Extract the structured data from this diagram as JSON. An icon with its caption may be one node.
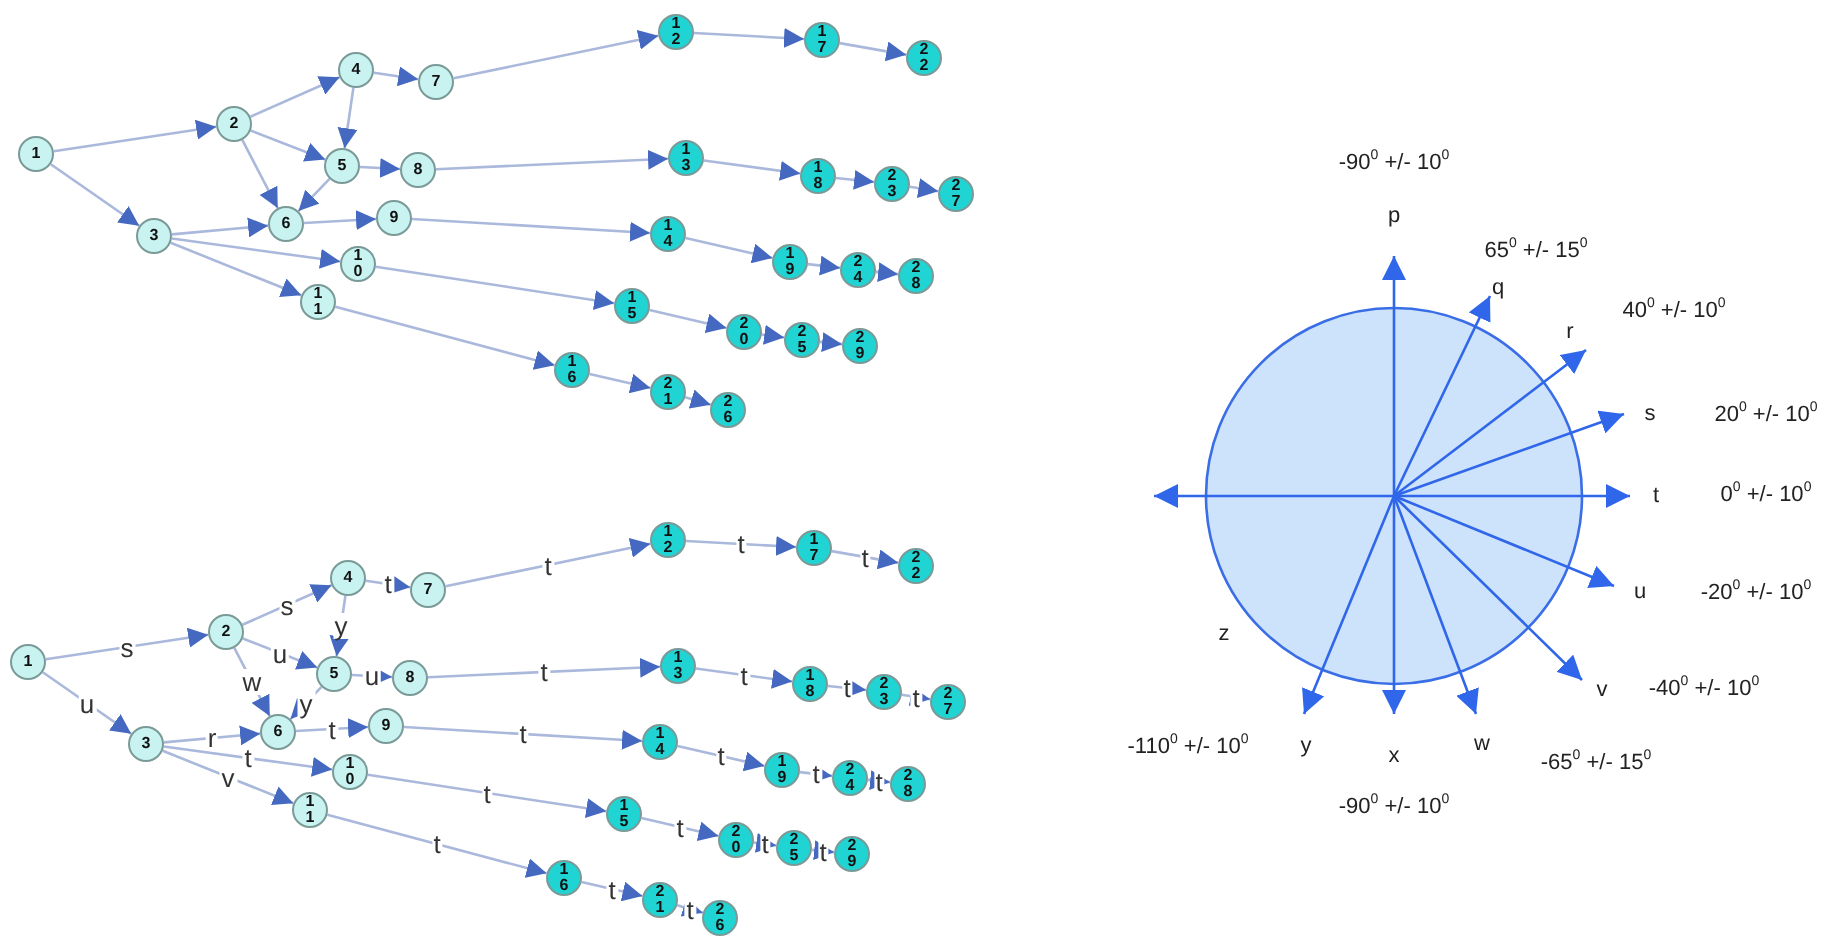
{
  "diagram": {
    "nodes": [
      {
        "text": [
          "1"
        ]
      },
      {
        "text": [
          "2"
        ]
      },
      {
        "text": [
          "3"
        ]
      },
      {
        "text": [
          "4"
        ]
      },
      {
        "text": [
          "5"
        ]
      },
      {
        "text": [
          "6"
        ]
      },
      {
        "text": [
          "7"
        ]
      },
      {
        "text": [
          "8"
        ]
      },
      {
        "text": [
          "9"
        ]
      },
      {
        "text": [
          "10"
        ]
      },
      {
        "text": [
          "11"
        ]
      },
      {
        "text": [
          "12"
        ]
      },
      {
        "text": [
          "13"
        ]
      },
      {
        "text": [
          "14"
        ]
      },
      {
        "text": [
          "15"
        ]
      },
      {
        "text": [
          "16"
        ]
      },
      {
        "text": [
          "17"
        ]
      },
      {
        "text": [
          "18"
        ]
      },
      {
        "text": [
          "19"
        ]
      },
      {
        "text": [
          "20"
        ]
      },
      {
        "text": [
          "21"
        ]
      },
      {
        "text": [
          "22"
        ]
      },
      {
        "text": [
          "23"
        ]
      },
      {
        "text": [
          "24"
        ]
      },
      {
        "text": [
          "25"
        ]
      },
      {
        "text": [
          "26"
        ]
      },
      {
        "text": [
          "27"
        ]
      },
      {
        "text": [
          "28"
        ]
      },
      {
        "text": [
          "29"
        ]
      },
      {
        "text": [
          "1"
        ]
      },
      {
        "text": [
          "2"
        ]
      },
      {
        "text": [
          "3"
        ]
      },
      {
        "text": [
          "4"
        ]
      },
      {
        "text": [
          "5"
        ]
      },
      {
        "text": [
          "6"
        ]
      },
      {
        "text": [
          "7"
        ]
      },
      {
        "text": [
          "8"
        ]
      },
      {
        "text": [
          "9"
        ]
      },
      {
        "text": [
          "10"
        ]
      },
      {
        "text": [
          "11"
        ]
      },
      {
        "text": [
          "12"
        ]
      },
      {
        "text": [
          "13"
        ]
      },
      {
        "text": [
          "14"
        ]
      },
      {
        "text": [
          "15"
        ]
      },
      {
        "text": [
          "16"
        ]
      },
      {
        "text": [
          "17"
        ]
      },
      {
        "text": [
          "18"
        ]
      },
      {
        "text": [
          "19"
        ]
      },
      {
        "text": [
          "20"
        ]
      },
      {
        "text": [
          "21"
        ]
      },
      {
        "text": [
          "22"
        ]
      },
      {
        "text": [
          "23"
        ]
      },
      {
        "text": [
          "24"
        ]
      },
      {
        "text": [
          "25"
        ]
      },
      {
        "text": [
          "26"
        ]
      },
      {
        "text": [
          "27"
        ]
      },
      {
        "text": [
          "28"
        ]
      },
      {
        "text": [
          "29"
        ]
      }
    ],
    "edges": [
      {
        "from": 0,
        "to": 1,
        "arrow": "to"
      },
      {
        "from": 0,
        "to": 2,
        "arrow": "to"
      },
      {
        "from": 1,
        "to": 3,
        "arrow": "to"
      },
      {
        "from": 1,
        "to": 4,
        "arrow": "to"
      },
      {
        "from": 1,
        "to": 5,
        "arrow": "to"
      },
      {
        "from": 3,
        "to": 4,
        "arrow": "to"
      },
      {
        "from": 3,
        "to": 6,
        "arrow": "to"
      },
      {
        "from": 4,
        "to": 5,
        "arrow": "to"
      },
      {
        "from": 4,
        "to": 7,
        "arrow": "to"
      },
      {
        "from": 2,
        "to": 5,
        "arrow": "to"
      },
      {
        "from": 5,
        "to": 8,
        "arrow": "to"
      },
      {
        "from": 2,
        "to": 9,
        "arrow": "to"
      },
      {
        "from": 2,
        "to": 10,
        "arrow": "to"
      },
      {
        "from": 6,
        "to": 11,
        "arrow": "to"
      },
      {
        "from": 7,
        "to": 12,
        "arrow": "to"
      },
      {
        "from": 8,
        "to": 13,
        "arrow": "to"
      },
      {
        "from": 9,
        "to": 14,
        "arrow": "to"
      },
      {
        "from": 10,
        "to": 15,
        "arrow": "to"
      },
      {
        "from": 11,
        "to": 16,
        "arrow": "to"
      },
      {
        "from": 16,
        "to": 21,
        "arrow": "to"
      },
      {
        "from": 12,
        "to": 17,
        "arrow": "to"
      },
      {
        "from": 17,
        "to": 22,
        "arrow": "to"
      },
      {
        "from": 22,
        "to": 26,
        "arrow": "to"
      },
      {
        "from": 13,
        "to": 18,
        "arrow": "to"
      },
      {
        "from": 18,
        "to": 23,
        "arrow": "to"
      },
      {
        "from": 23,
        "to": 27,
        "arrow": "to"
      },
      {
        "from": 14,
        "to": 19,
        "arrow": "to"
      },
      {
        "from": 19,
        "to": 24,
        "arrow": "to"
      },
      {
        "from": 24,
        "to": 28,
        "arrow": "to"
      },
      {
        "from": 15,
        "to": 20,
        "arrow": "to"
      },
      {
        "from": 20,
        "to": 25,
        "arrow": "to"
      },
      {
        "from": 29,
        "to": 30,
        "arrow": "to",
        "label": "s"
      },
      {
        "from": 29,
        "to": 31,
        "arrow": "to",
        "label": "u"
      },
      {
        "from": 30,
        "to": 32,
        "arrow": "to",
        "label": "s"
      },
      {
        "from": 30,
        "to": 33,
        "arrow": "to",
        "label": "u"
      },
      {
        "from": 30,
        "to": 34,
        "arrow": "to",
        "label": "w"
      },
      {
        "from": 32,
        "to": 33,
        "arrow": "to",
        "label": "y"
      },
      {
        "from": 32,
        "to": 35,
        "arrow": "to",
        "label": "t"
      },
      {
        "from": 33,
        "to": 34,
        "arrow": "to",
        "label": "y"
      },
      {
        "from": 33,
        "to": 36,
        "arrow": "to",
        "label": "u"
      },
      {
        "from": 31,
        "to": 34,
        "arrow": "to",
        "label": "r"
      },
      {
        "from": 34,
        "to": 37,
        "arrow": "to",
        "label": "t"
      },
      {
        "from": 31,
        "to": 38,
        "arrow": "to",
        "label": "t"
      },
      {
        "from": 31,
        "to": 39,
        "arrow": "to",
        "label": "v"
      },
      {
        "from": 35,
        "to": 40,
        "arrow": "to",
        "label": "t"
      },
      {
        "from": 36,
        "to": 41,
        "arrow": "to",
        "label": "t"
      },
      {
        "from": 37,
        "to": 42,
        "arrow": "to",
        "label": "t"
      },
      {
        "from": 38,
        "to": 43,
        "arrow": "to",
        "label": "t"
      },
      {
        "from": 39,
        "to": 44,
        "arrow": "to",
        "label": "t"
      },
      {
        "from": 40,
        "to": 45,
        "arrow": "to",
        "label": "t"
      },
      {
        "from": 45,
        "to": 50,
        "arrow": "to",
        "label": "t"
      },
      {
        "from": 41,
        "to": 46,
        "arrow": "to",
        "label": "t"
      },
      {
        "from": 46,
        "to": 51,
        "arrow": "to",
        "label": "t"
      },
      {
        "from": 51,
        "to": 55,
        "arrow": "to",
        "label": "t"
      },
      {
        "from": 42,
        "to": 47,
        "arrow": "to",
        "label": "t"
      },
      {
        "from": 47,
        "to": 52,
        "arrow": "to",
        "label": "t"
      },
      {
        "from": 52,
        "to": 56,
        "arrow": "to",
        "label": "t"
      },
      {
        "from": 43,
        "to": 48,
        "arrow": "to",
        "label": "t"
      },
      {
        "from": 48,
        "to": 53,
        "arrow": "to",
        "label": "t"
      },
      {
        "from": 53,
        "to": 57,
        "arrow": "to",
        "label": "t"
      },
      {
        "from": 44,
        "to": 49,
        "arrow": "to",
        "label": "t"
      },
      {
        "from": 49,
        "to": 54,
        "arrow": "to",
        "label": "t"
      }
    ],
    "labels": [
      "-90$^{0}$ +/- 10$^{0}$",
      "p",
      "65$^{0}$ +/- 15$^{0}$",
      "q",
      "40$^{0}$ +/- 10$^{0}$",
      "r",
      "s",
      "20$^{0}$ +/- 10$^{0}$",
      "t",
      "0$^{0}$ +/- 10$^{0}$",
      "u",
      "-20$^{0}$ +/- 10$^{0}$",
      "z",
      "v",
      "-40$^{0}$ +/- 10$^{0}$",
      "-110$^{0}$ +/- 10$^{0}$",
      "y",
      "x",
      "w",
      "-65$^{0}$ +/- 15$^{0}$",
      "-90$^{0}$ +/- 10$^{0}$"
    ]
  }
}
